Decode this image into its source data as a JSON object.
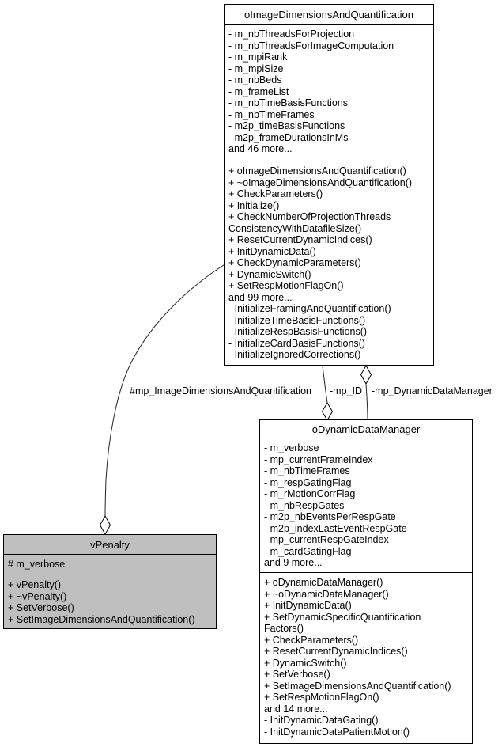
{
  "colors": {
    "node_fill": "#ffffff",
    "highlight_fill": "#bfbfbf",
    "border_color": "#000000",
    "edge_color": "#242424",
    "canvas_bg": "#ffffff"
  },
  "classes": [
    {
      "title": "oImageDimensionsAndQuantification",
      "attributes": [
        "- m_nbThreadsForProjection",
        "- m_nbThreadsForImageComputation",
        "- m_mpiRank",
        "- m_mpiSize",
        "- m_nbBeds",
        "- m_frameList",
        "- m_nbTimeBasisFunctions",
        "- m_nbTimeFrames",
        "- m2p_timeBasisFunctions",
        "- m2p_frameDurationsInMs",
        "and 46 more..."
      ],
      "methods": [
        "+ oImageDimensionsAndQuantification()",
        "+ ~oImageDimensionsAndQuantification()",
        "+ CheckParameters()",
        "+ Initialize()",
        "+ CheckNumberOfProjectionThreads",
        "ConsistencyWithDatafileSize()",
        "+ ResetCurrentDynamicIndices()",
        "+ InitDynamicData()",
        "+ CheckDynamicParameters()",
        "+ DynamicSwitch()",
        "+ SetRespMotionFlagOn()",
        "and 99 more...",
        "- InitializeFramingAndQuantification()",
        "- InitializeTimeBasisFunctions()",
        "- InitializeRespBasisFunctions()",
        "- InitializeCardBasisFunctions()",
        "- InitializeIgnoredCorrections()"
      ]
    },
    {
      "title": "oDynamicDataManager",
      "attributes": [
        "- m_verbose",
        "- mp_currentFrameIndex",
        "- m_nbTimeFrames",
        "- m_respGatingFlag",
        "- m_rMotionCorrFlag",
        "- m_nbRespGates",
        "- m2p_nbEventsPerRespGate",
        "- m2p_indexLastEventRespGate",
        "- mp_currentRespGateIndex",
        "- m_cardGatingFlag",
        "and 9 more..."
      ],
      "methods": [
        "+ oDynamicDataManager()",
        "+ ~oDynamicDataManager()",
        "+ InitDynamicData()",
        "+ SetDynamicSpecificQuantification",
        "Factors()",
        "+ CheckParameters()",
        "+ ResetCurrentDynamicIndices()",
        "+ DynamicSwitch()",
        "+ SetVerbose()",
        "+ SetImageDimensionsAndQuantification()",
        "+ SetRespMotionFlagOn()",
        "and 14 more...",
        "- InitDynamicDataGating()",
        "- InitDynamicDataPatientMotion()"
      ]
    },
    {
      "title": "vPenalty",
      "attributes": [
        "# m_verbose"
      ],
      "methods": [
        "+ vPenalty()",
        "+ ~vPenalty()",
        "+ SetVerbose()",
        "+ SetImageDimensionsAndQuantification()"
      ]
    }
  ],
  "edges": [
    {
      "label": "#mp_ImageDimensionsAndQuantification",
      "from": "oImageDimensionsAndQuantification",
      "to": "vPenalty",
      "diamond_at": "vPenalty"
    },
    {
      "label": "-mp_ID",
      "from": "oImageDimensionsAndQuantification",
      "to": "oDynamicDataManager",
      "diamond_at": "oDynamicDataManager"
    },
    {
      "label": "-mp_DynamicDataManager",
      "from": "oImageDimensionsAndQuantification",
      "to": "oDynamicDataManager",
      "diamond_at": "oImageDimensionsAndQuantification"
    }
  ]
}
